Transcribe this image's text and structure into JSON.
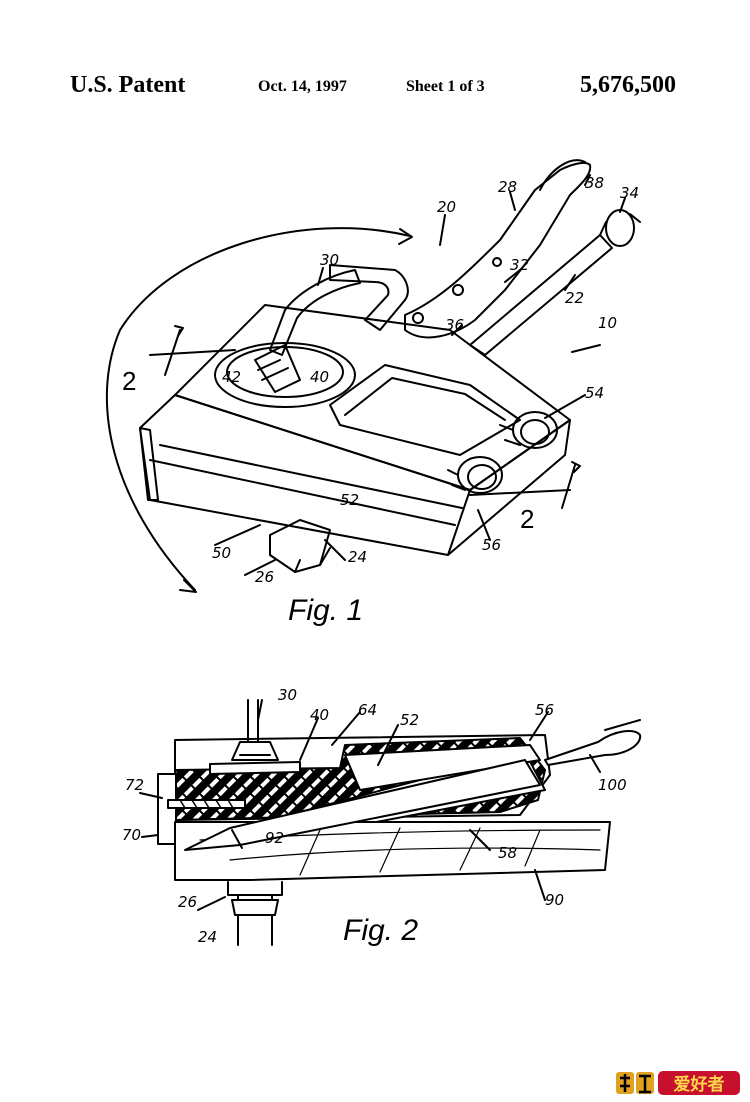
{
  "header": {
    "left": "U.S. Patent",
    "date": "Oct. 14, 1997",
    "sheet": "Sheet 1 of 3",
    "number": "5,676,500"
  },
  "fig1": {
    "label": "Fig. 1",
    "section_marks": [
      "2",
      "2"
    ],
    "refs": [
      "20",
      "28",
      "38",
      "34",
      "30",
      "32",
      "22",
      "10",
      "36",
      "42",
      "40",
      "54",
      "52",
      "56",
      "50",
      "26",
      "24"
    ]
  },
  "fig2": {
    "label": "Fig. 2",
    "refs": [
      "30",
      "40",
      "64",
      "52",
      "56",
      "100",
      "72",
      "70",
      "92",
      "58",
      "90",
      "26",
      "24"
    ]
  },
  "colors": {
    "ink": "#000000",
    "paper": "#ffffff",
    "logo_red": "#c8102e",
    "logo_gold": "#e0a020"
  },
  "logo": {
    "text": "爱好者",
    "icon": "logo-icon"
  }
}
